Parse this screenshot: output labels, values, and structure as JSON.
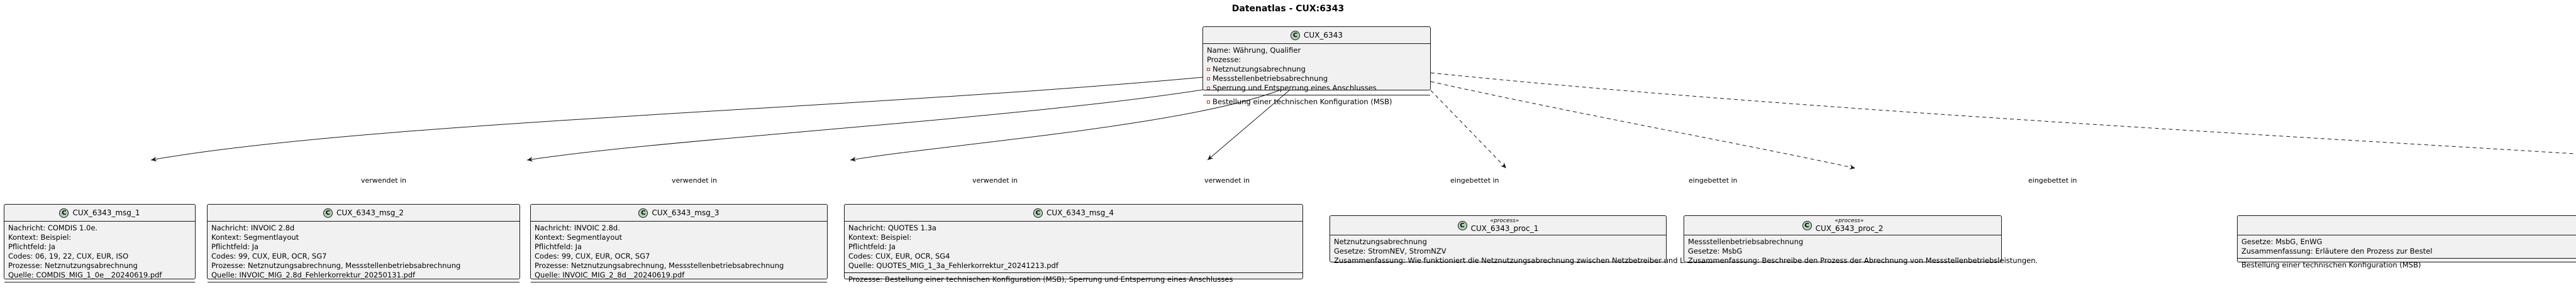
{
  "title": "Datenatlas - CUX:6343",
  "root": {
    "name": "CUX_6343",
    "fields": [
      "Name: Währung, Qualifier",
      "Prozesse:"
    ],
    "process_items": [
      "Netznutzungsabrechnung",
      "Messstellenbetriebsabrechnung",
      "Sperrung und Entsperrung eines Anschlusses"
    ],
    "methods": [
      "Bestellung einer technischen Konfiguration (MSB)"
    ]
  },
  "messages": [
    {
      "name": "CUX_6343_msg_1",
      "lines": [
        "Nachricht: COMDIS 1.0e.",
        "Kontext: Beispiel:",
        "Pflichtfeld: Ja",
        "Codes: 06, 19, 22, CUX, EUR, ISO",
        "Prozesse: Netznutzungsabrechnung",
        "Quelle: COMDIS_MIG_1_0e__20240619.pdf"
      ],
      "extra": []
    },
    {
      "name": "CUX_6343_msg_2",
      "lines": [
        "Nachricht: INVOIC 2.8d",
        "Kontext: Segmentlayout",
        "Pflichtfeld: Ja",
        "Codes: 99, CUX, EUR, OCR, SG7",
        "Prozesse: Netznutzungsabrechnung, Messstellenbetriebsabrechnung",
        "Quelle: INVOIC_MIG_2.8d_Fehlerkorrektur_20250131.pdf"
      ],
      "extra": []
    },
    {
      "name": "CUX_6343_msg_3",
      "lines": [
        "Nachricht: INVOIC 2.8d.",
        "Kontext: Segmentlayout",
        "Pflichtfeld: Ja",
        "Codes: 99, CUX, EUR, OCR, SG7",
        "Prozesse: Netznutzungsabrechnung, Messstellenbetriebsabrechnung",
        "Quelle: INVOIC_MIG_2_8d__20240619.pdf"
      ],
      "extra": []
    },
    {
      "name": "CUX_6343_msg_4",
      "lines": [
        "Nachricht: QUOTES 1.3a",
        "Kontext: Beispiel:",
        "Pflichtfeld: Ja",
        "Codes: CUX, EUR, OCR, SG4",
        "Quelle: QUOTES_MIG_1_3a_Fehlerkorrektur_20241213.pdf"
      ],
      "extra": [
        "Prozesse: Bestellung einer technischen Konfiguration (MSB), Sperrung und Entsperrung eines Anschlusses"
      ]
    }
  ],
  "processes": [
    {
      "name": "CUX_6343_proc_1",
      "stereotype": "«process»",
      "lines": [
        "Netznutzungsabrechnung",
        "Gesetze: StromNEV, StromNZV",
        "Zusammenfassung: Wie funktioniert die Netznutzungsabrechnung zwischen Netzbetreiber und Lieferant?"
      ]
    },
    {
      "name": "CUX_6343_proc_2",
      "stereotype": "«process»",
      "lines": [
        "Messstellenbetriebsabrechnung",
        "Gesetze: MsbG",
        "Zusammenfassung: Beschreibe den Prozess der Abrechnung von Messstellenbetriebsleistungen."
      ]
    },
    {
      "name": "",
      "stereotype": "",
      "lines": [
        "Gesetze: MsbG, EnWG",
        "Zusammenfassung: Erläutere den Prozess zur Bestel",
        "Bestellung einer technischen Konfiguration (MSB)"
      ]
    }
  ],
  "edge_labels": {
    "used_in": "verwendet in",
    "embedded_in": "eingebettet in"
  },
  "colors": {
    "class_circle": "#ADD1B2",
    "node_bg": "#F1F1F1",
    "border": "#181818",
    "visibility_marker": "#C82930"
  }
}
